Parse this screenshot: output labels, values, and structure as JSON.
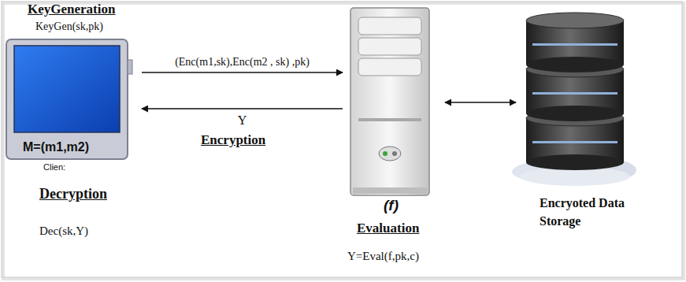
{
  "diagram": {
    "nodes": [
      {
        "text": [
          "KeyGeneration",
          "KeyGen(sk,pk)",
          "M=(m1,m2)",
          "Clien:",
          "Decryption",
          "Dec(sk,Y)"
        ]
      },
      {
        "text": [
          "(f)",
          "Evaluation",
          "Y=Eval(f,pk,c)"
        ]
      },
      {
        "text": [
          "Encryoted Data Storage"
        ]
      }
    ],
    "edges": [
      {
        "from": 0,
        "to": 1,
        "label": "(Enc(m1,sk),Enc(m2 , sk) ,pk)",
        "arrow": "to"
      },
      {
        "from": 1,
        "to": 0,
        "label": "Y",
        "arrow": "to"
      },
      {
        "from": 1,
        "to": 2,
        "arrow": "both"
      }
    ],
    "labels": [
      "Encryption"
    ]
  }
}
